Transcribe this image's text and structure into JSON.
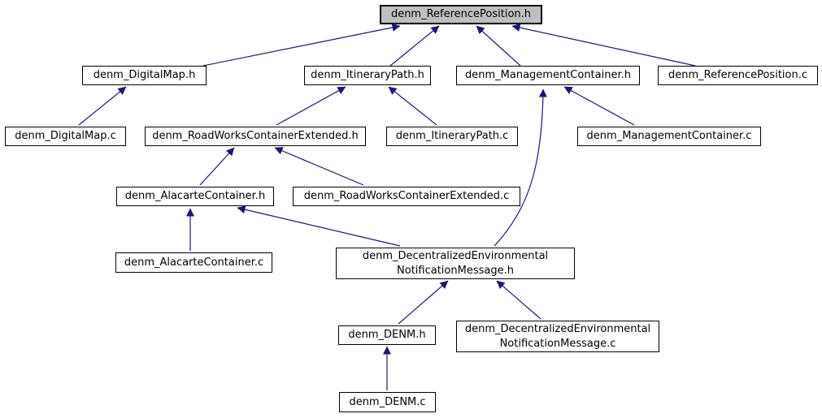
{
  "colors": {
    "background": "#ffffff",
    "edge": "#191970",
    "node_border": "#000000",
    "node_bg": "#ffffff",
    "highlight_bg": "#bfbfbf",
    "text": "#000000"
  },
  "nodes": [
    {
      "id": "denm_ReferencePosition.h",
      "label": "denm_ReferencePosition.h",
      "highlighted": true
    },
    {
      "id": "denm_DigitalMap.h",
      "label": "denm_DigitalMap.h",
      "highlighted": false
    },
    {
      "id": "denm_ItineraryPath.h",
      "label": "denm_ItineraryPath.h",
      "highlighted": false
    },
    {
      "id": "denm_ManagementContainer.h",
      "label": "denm_ManagementContainer.h",
      "highlighted": false
    },
    {
      "id": "denm_ReferencePosition.c",
      "label": "denm_ReferencePosition.c",
      "highlighted": false
    },
    {
      "id": "denm_DigitalMap.c",
      "label": "denm_DigitalMap.c",
      "highlighted": false
    },
    {
      "id": "denm_RoadWorksContainerExtended.h",
      "label": "denm_RoadWorksContainerExtended.h",
      "highlighted": false
    },
    {
      "id": "denm_ItineraryPath.c",
      "label": "denm_ItineraryPath.c",
      "highlighted": false
    },
    {
      "id": "denm_ManagementContainer.c",
      "label": "denm_ManagementContainer.c",
      "highlighted": false
    },
    {
      "id": "denm_AlacarteContainer.h",
      "label": "denm_AlacarteContainer.h",
      "highlighted": false
    },
    {
      "id": "denm_RoadWorksContainerExtended.c",
      "label": "denm_RoadWorksContainerExtended.c",
      "highlighted": false
    },
    {
      "id": "denm_AlacarteContainer.c",
      "label": "denm_AlacarteContainer.c",
      "highlighted": false
    },
    {
      "id": "denm_DecentralizedEnvironmentalNotificationMessage.h",
      "label": "denm_DecentralizedEnvironmental\nNotificationMessage.h",
      "highlighted": false
    },
    {
      "id": "denm_DENM.h",
      "label": "denm_DENM.h",
      "highlighted": false
    },
    {
      "id": "denm_DecentralizedEnvironmentalNotificationMessage.c",
      "label": "denm_DecentralizedEnvironmental\nNotificationMessage.c",
      "highlighted": false
    },
    {
      "id": "denm_DENM.c",
      "label": "denm_DENM.c",
      "highlighted": false
    }
  ],
  "edges": [
    {
      "from": "denm_DigitalMap.h",
      "to": "denm_ReferencePosition.h"
    },
    {
      "from": "denm_ItineraryPath.h",
      "to": "denm_ReferencePosition.h"
    },
    {
      "from": "denm_ManagementContainer.h",
      "to": "denm_ReferencePosition.h"
    },
    {
      "from": "denm_ReferencePosition.c",
      "to": "denm_ReferencePosition.h"
    },
    {
      "from": "denm_DigitalMap.c",
      "to": "denm_DigitalMap.h"
    },
    {
      "from": "denm_RoadWorksContainerExtended.h",
      "to": "denm_ItineraryPath.h"
    },
    {
      "from": "denm_ItineraryPath.c",
      "to": "denm_ItineraryPath.h"
    },
    {
      "from": "denm_ManagementContainer.c",
      "to": "denm_ManagementContainer.h"
    },
    {
      "from": "denm_AlacarteContainer.h",
      "to": "denm_RoadWorksContainerExtended.h"
    },
    {
      "from": "denm_RoadWorksContainerExtended.c",
      "to": "denm_RoadWorksContainerExtended.h"
    },
    {
      "from": "denm_AlacarteContainer.c",
      "to": "denm_AlacarteContainer.h"
    },
    {
      "from": "denm_DecentralizedEnvironmentalNotificationMessage.h",
      "to": "denm_AlacarteContainer.h"
    },
    {
      "from": "denm_DecentralizedEnvironmentalNotificationMessage.h",
      "to": "denm_ManagementContainer.h"
    },
    {
      "from": "denm_DENM.h",
      "to": "denm_DecentralizedEnvironmentalNotificationMessage.h"
    },
    {
      "from": "denm_DecentralizedEnvironmentalNotificationMessage.c",
      "to": "denm_DecentralizedEnvironmentalNotificationMessage.h"
    },
    {
      "from": "denm_DENM.c",
      "to": "denm_DENM.h"
    }
  ]
}
